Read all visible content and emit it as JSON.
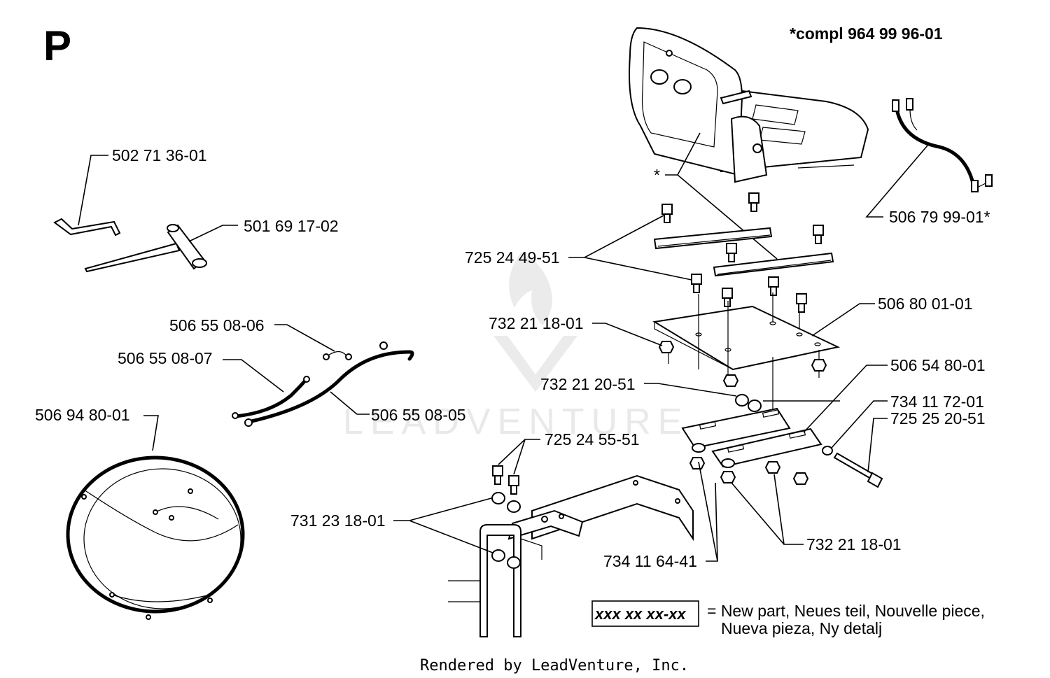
{
  "section_letter": "P",
  "kit_note": "*compl 964 99 96-01",
  "part_labels": {
    "allen_key": "502 71 36-01",
    "plug_wrench": "501 69 17-02",
    "cable_short": "506 55 08-06",
    "cable_mid": "506 55 08-07",
    "cable_long": "506 55 08-05",
    "wiring_harness": "506 94 80-01",
    "seat_switch_cable": "506 79 99-01*",
    "rail_screw": "725 24 49-51",
    "plate_nut": "732 21 18-01",
    "seat_plate": "506 80 01-01",
    "nut_small": "732 21 20-51",
    "bracket": "506 54 80-01",
    "washer": "734 11 72-01",
    "long_bolt": "725 25 20-51",
    "frame_screw": "725 24 55-51",
    "frame_nut": "731 23 18-01",
    "bracket_nut": "732 21 18-01",
    "spacer": "734 11 64-41",
    "seat_asterisk": "*"
  },
  "legend": {
    "box_text": "xxx xx xx-xx",
    "line1": "= New part, Neues teil, Nouvelle piece,",
    "line2": "Nueva pieza, Ny detalj"
  },
  "watermark": "LEADVENTURE",
  "footer": "Rendered by LeadVenture, Inc."
}
